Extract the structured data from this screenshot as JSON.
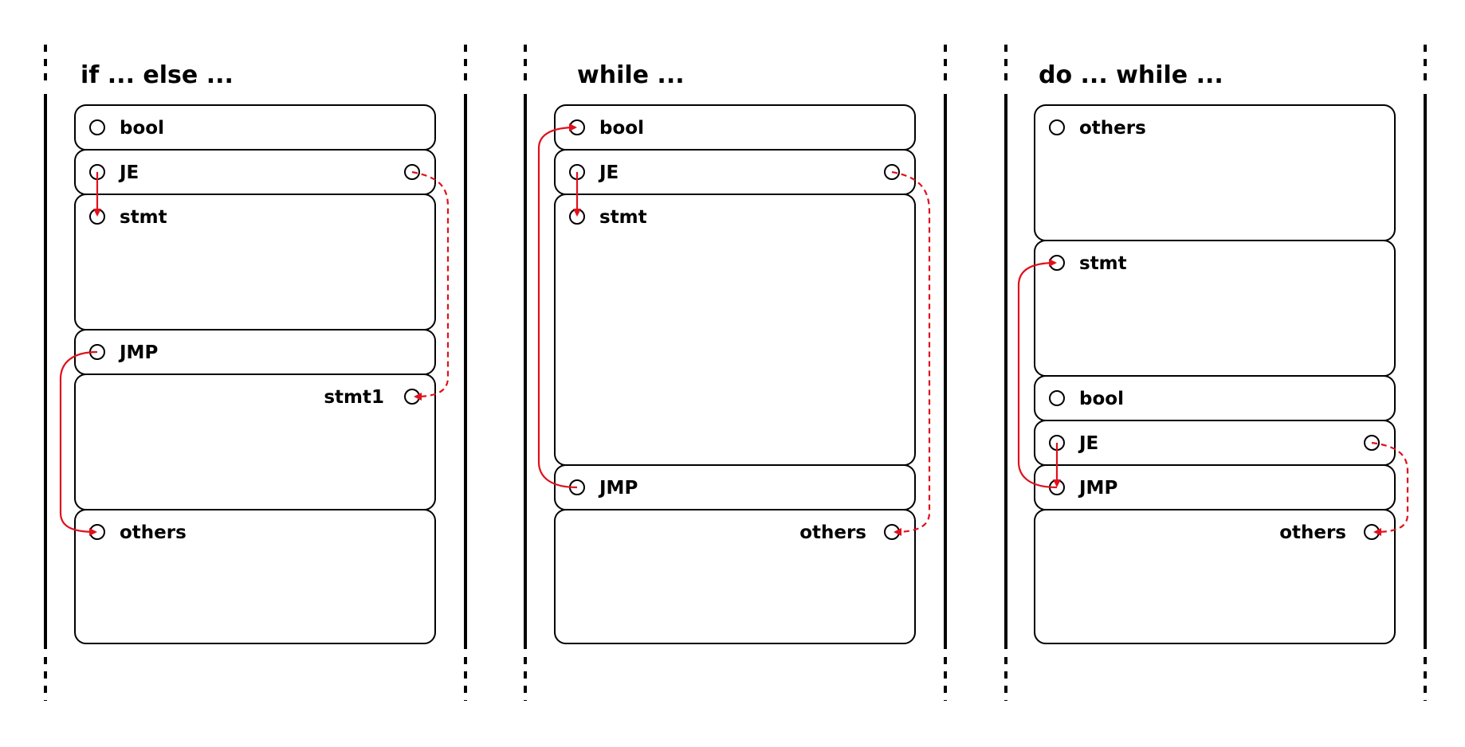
{
  "colors": {
    "arrow": "#e0101c",
    "stroke": "#000000",
    "background": "#ffffff"
  },
  "panels": [
    {
      "title": "if ... else ...",
      "blocks": {
        "bool": "bool",
        "je": "JE",
        "stmt": "stmt",
        "jmp": "JMP",
        "stmt1": "stmt1",
        "others": "others"
      }
    },
    {
      "title": "while ...",
      "blocks": {
        "bool": "bool",
        "je": "JE",
        "stmt": "stmt",
        "jmp": "JMP",
        "others": "others"
      }
    },
    {
      "title": "do ... while ...",
      "blocks": {
        "others_top": "others",
        "stmt": "stmt",
        "bool": "bool",
        "je": "JE",
        "jmp": "JMP",
        "others": "others"
      }
    }
  ]
}
